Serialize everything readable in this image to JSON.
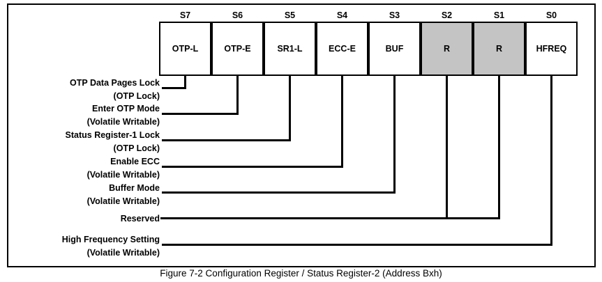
{
  "figure": {
    "caption": "Figure 7-2 Configuration Register / Status Register-2 (Address Bxh)"
  },
  "register": {
    "bits": [
      {
        "id": "S7",
        "label": "OTP-L",
        "reserved": false
      },
      {
        "id": "S6",
        "label": "OTP-E",
        "reserved": false
      },
      {
        "id": "S5",
        "label": "SR1-L",
        "reserved": false
      },
      {
        "id": "S4",
        "label": "ECC-E",
        "reserved": false
      },
      {
        "id": "S3",
        "label": "BUF",
        "reserved": false
      },
      {
        "id": "S2",
        "label": "R",
        "reserved": true
      },
      {
        "id": "S1",
        "label": "R",
        "reserved": true
      },
      {
        "id": "S0",
        "label": "HFREQ",
        "reserved": false
      }
    ],
    "fields": [
      {
        "name": "OTP Data Pages Lock",
        "attribute": "(OTP Lock)",
        "bit": "S7"
      },
      {
        "name": "Enter OTP Mode",
        "attribute": "(Volatile Writable)",
        "bit": "S6"
      },
      {
        "name": "Status Register-1 Lock",
        "attribute": "(OTP Lock)",
        "bit": "S5"
      },
      {
        "name": "Enable ECC",
        "attribute": "(Volatile Writable)",
        "bit": "S4"
      },
      {
        "name": "Buffer Mode",
        "attribute": "(Volatile Writable)",
        "bit": "S3"
      },
      {
        "name": "Reserved",
        "attribute": "",
        "bit": "S2, S1"
      },
      {
        "name": "High Frequency Setting",
        "attribute": "(Volatile Writable)",
        "bit": "S0"
      }
    ],
    "colors": {
      "reserved_fill": "#c4c4c4",
      "line": "#000000",
      "background": "#ffffff"
    }
  }
}
